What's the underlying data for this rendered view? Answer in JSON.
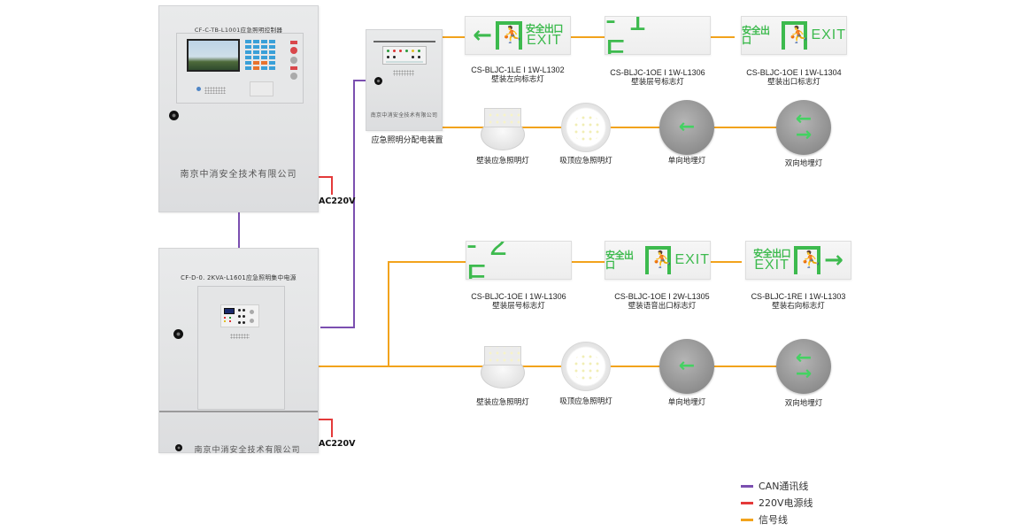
{
  "controller": {
    "title": "CF-C-TB-L1001应急照明控制器",
    "company": "南京中消安全技术有限公司"
  },
  "power_supply": {
    "title": "CF-D-0. 2KVA-L1601应急照明集中电源",
    "company": "南京中消安全技术有限公司"
  },
  "distribution_box": {
    "label": "应急照明分配电装置",
    "company": "南京中消安全技术有限公司"
  },
  "power_labels": {
    "top": "AC220V",
    "bottom": "AC220V"
  },
  "row1_signs": [
    {
      "model": "CS-BLJC-1LE I 1W-L1302",
      "name": "壁装左向标志灯",
      "arrow": "←",
      "cn": "安全出口",
      "en": "EXIT"
    },
    {
      "model": "CS-BLJC-1OE I 1W-L1306",
      "name": "壁装层号标志灯",
      "floor_text": "-1 F"
    },
    {
      "model": "CS-BLJC-1OE I 1W-L1304",
      "name": "壁装出口标志灯",
      "cn": "安全出口",
      "en": "EXIT"
    }
  ],
  "row1_lamps": [
    {
      "name": "壁装应急照明灯"
    },
    {
      "name": "吸顶应急照明灯"
    },
    {
      "name": "单向地埋灯",
      "arrows": [
        "←"
      ]
    },
    {
      "name": "双向地埋灯",
      "arrows": [
        "←",
        "→"
      ]
    }
  ],
  "row2_signs": [
    {
      "model": "CS-BLJC-1OE I 1W-L1306",
      "name": "壁装层号标志灯",
      "floor_text": "-2 F"
    },
    {
      "model": "CS-BLJC-1OE I 2W-L1305",
      "name": "壁装语音出口标志灯",
      "cn": "安全出口",
      "en": "EXIT"
    },
    {
      "model": "CS-BLJC-1RE I 1W-L1303",
      "name": "壁装右向标志灯",
      "arrow": "→",
      "cn": "安全出口",
      "en": "EXIT"
    }
  ],
  "row2_lamps": [
    {
      "name": "壁装应急照明灯"
    },
    {
      "name": "吸顶应急照明灯"
    },
    {
      "name": "单向地埋灯",
      "arrows": [
        "←"
      ]
    },
    {
      "name": "双向地埋灯",
      "arrows": [
        "←",
        "→"
      ]
    }
  ],
  "legend": [
    {
      "label": "CAN通讯线",
      "color": "#7b4fb0"
    },
    {
      "label": "220V电源线",
      "color": "#e43a3a"
    },
    {
      "label": "信号线",
      "color": "#f2a31c"
    }
  ]
}
